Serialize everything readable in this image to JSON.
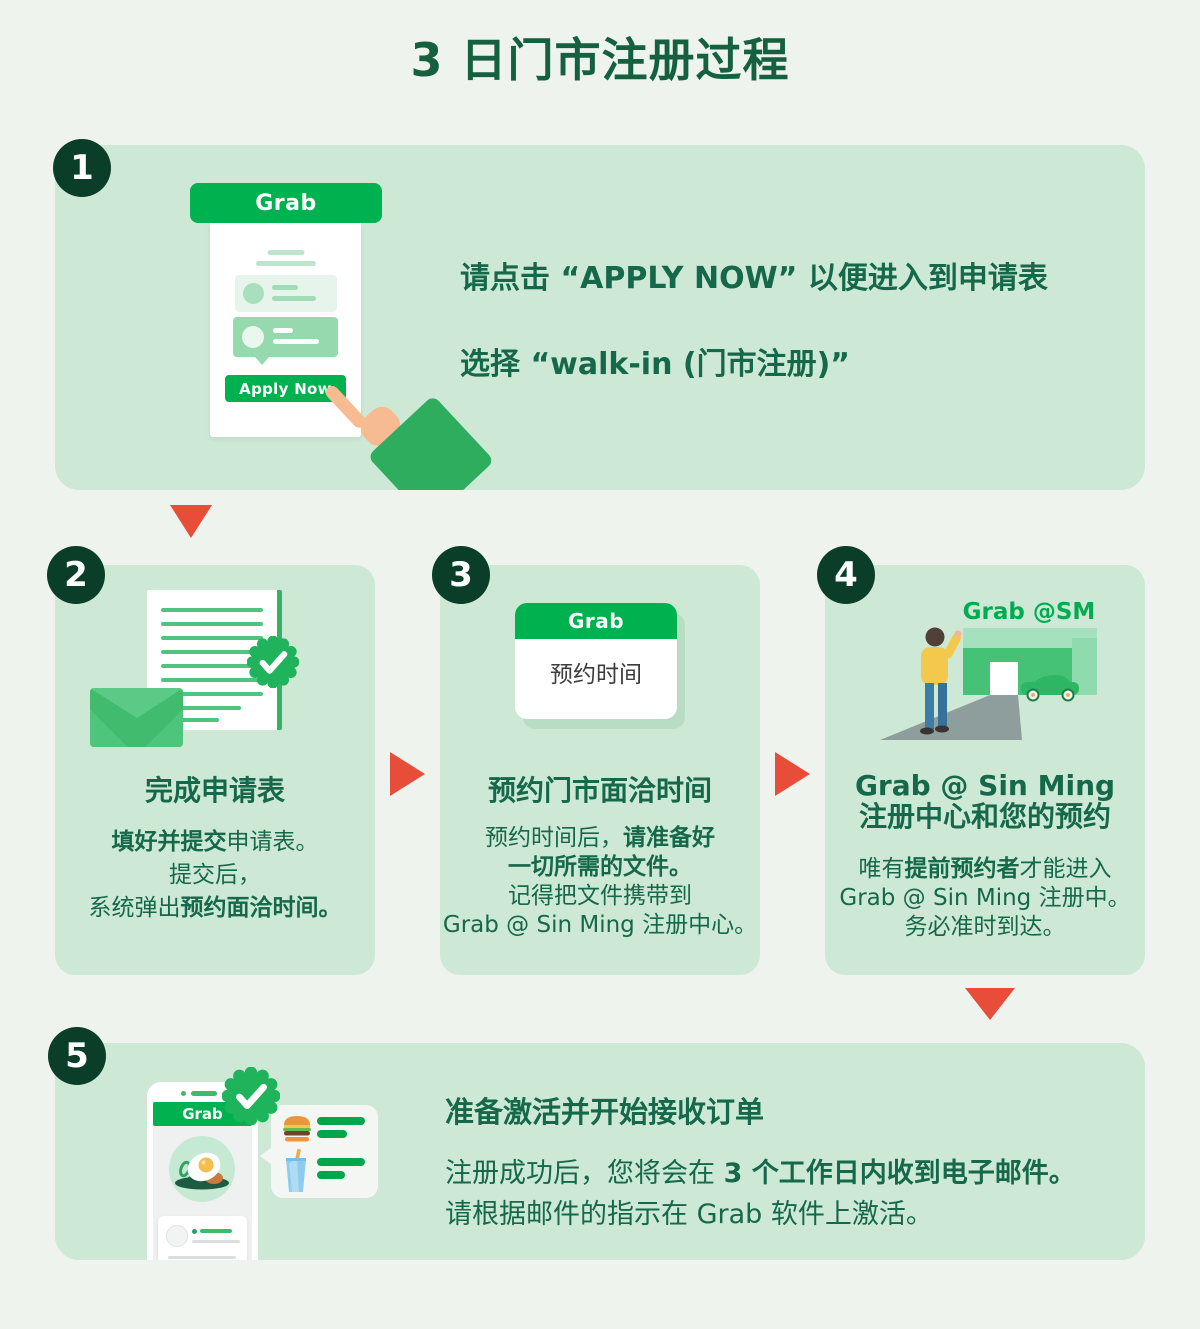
{
  "page_title": "3 日门市注册过程",
  "colors": {
    "grab_green": "#00B14F",
    "badge_green": "#0A3E29",
    "text_green": "#15684A",
    "card_mint": "#CDE8D5",
    "page_bg": "#EEF4ED",
    "arrow_red": "#E84D3A"
  },
  "steps": {
    "s1": {
      "number": "1",
      "logo": "Grab",
      "apply_button": "Apply Now",
      "lines": [
        [
          {
            "t": "请点击 “APPLY NOW” 以便进入到申请表",
            "b": true
          }
        ],
        [
          {
            "t": "选择 “walk-in (门市注册)”",
            "b": true
          }
        ]
      ]
    },
    "s2": {
      "number": "2",
      "title": "完成申请表",
      "body": [
        [
          {
            "t": "填好并提交",
            "b": true
          },
          {
            "t": "申请表。",
            "b": false
          }
        ],
        [
          {
            "t": "提交后，",
            "b": false
          }
        ],
        [
          {
            "t": "系统弹出",
            "b": false
          },
          {
            "t": "预约面洽时间。",
            "b": true
          }
        ]
      ]
    },
    "s3": {
      "number": "3",
      "calendar_logo": "Grab",
      "calendar_label": "预约时间",
      "title": "预约门市面洽时间",
      "body": [
        [
          {
            "t": "预约时间后，",
            "b": false
          },
          {
            "t": "请准备好",
            "b": true
          }
        ],
        [
          {
            "t": "一切所需的文件。",
            "b": true
          }
        ],
        [
          {
            "t": "记得把文件携带到",
            "b": false
          }
        ],
        [
          {
            "t": "Grab @ Sin Ming 注册中心。",
            "b": false
          }
        ]
      ]
    },
    "s4": {
      "number": "4",
      "sign": "Grab @SM",
      "title_lines": [
        "Grab @ Sin Ming",
        "注册中心和您的预约"
      ],
      "body": [
        [
          {
            "t": "唯有",
            "b": false
          },
          {
            "t": "提前预约者",
            "b": true
          },
          {
            "t": "才能进入",
            "b": false
          }
        ],
        [
          {
            "t": "Grab @ Sin Ming 注册中。",
            "b": false
          }
        ],
        [
          {
            "t": "务必准时到达。",
            "b": false
          }
        ]
      ]
    },
    "s5": {
      "number": "5",
      "phone_logo": "Grab",
      "title": "准备激活并开始接收订单",
      "body": [
        [
          {
            "t": "注册成功后，您将会在 ",
            "b": false
          },
          {
            "t": "3 个工作日内收到电子邮件。",
            "b": true
          }
        ],
        [
          {
            "t": "请根据邮件的指示在 Grab 软件上激活。",
            "b": false
          }
        ]
      ]
    }
  }
}
